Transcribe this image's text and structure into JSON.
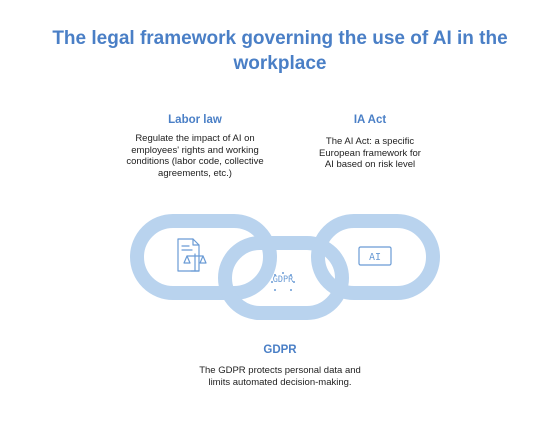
{
  "title": "The legal framework governing the use of AI in the workplace",
  "links": {
    "labor_law": {
      "heading": "Labor law",
      "description": "Regulate the impact of AI on employees' rights and working conditions (labor code, collective agreements, etc.)",
      "icon": "legal-document-scales-icon"
    },
    "ia_act": {
      "heading": "IA Act",
      "description": "The AI Act: a specific European framework for AI based on risk level",
      "icon": "ai-chip-icon",
      "icon_text": "AI"
    },
    "gdpr": {
      "heading": "GDPR",
      "description": "The GDPR protects personal data and limits automated decision-making.",
      "icon": "gdpr-shield-icon",
      "icon_text": "GDPR"
    }
  },
  "colors": {
    "title": "#4a7fc6",
    "heading": "#4a7fc6",
    "chain": "#b9d3ee",
    "icon": "#6a9bd5"
  }
}
